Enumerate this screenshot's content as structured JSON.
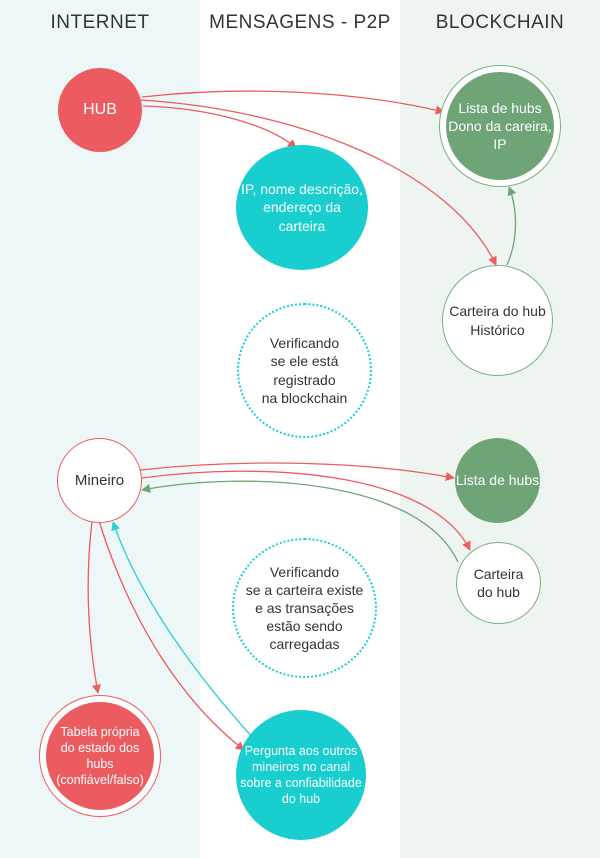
{
  "columns": {
    "internet": "INTERNET",
    "p2p": "MENSAGENS - P2P",
    "blockchain": "BLOCKCHAIN"
  },
  "nodes": {
    "hub": "HUB",
    "hub_list_top": "Lista de hubs\nDono da careira,\nIP",
    "ip_info": "IP, nome descrição,\nendereço da\ncarteira",
    "hub_wallet_history": "Carteira do hub\nHistórico",
    "verify_registered": "Verificando\nse ele está\nregistrado\nna blockchain",
    "miner": "Mineiro",
    "hub_list_bottom": "Lista de hubs",
    "hub_wallet": "Carteira\ndo hub",
    "verify_wallet": "Verificando\nse a carteira existe\ne as transações\nestão sendo\ncarregadas",
    "status_table": "Tabela própria\ndo estado dos hubs\n(confiável/falso)",
    "ask_miners": "Pergunta aos outros\nmineiros no canal\nsobre a confiabilidade\ndo hub"
  },
  "colors": {
    "red": "#ec5b5f",
    "teal": "#19cece",
    "green": "#6fa476",
    "green_stroke": "#7bb180",
    "cyan_arrow": "#2ecfcf"
  }
}
